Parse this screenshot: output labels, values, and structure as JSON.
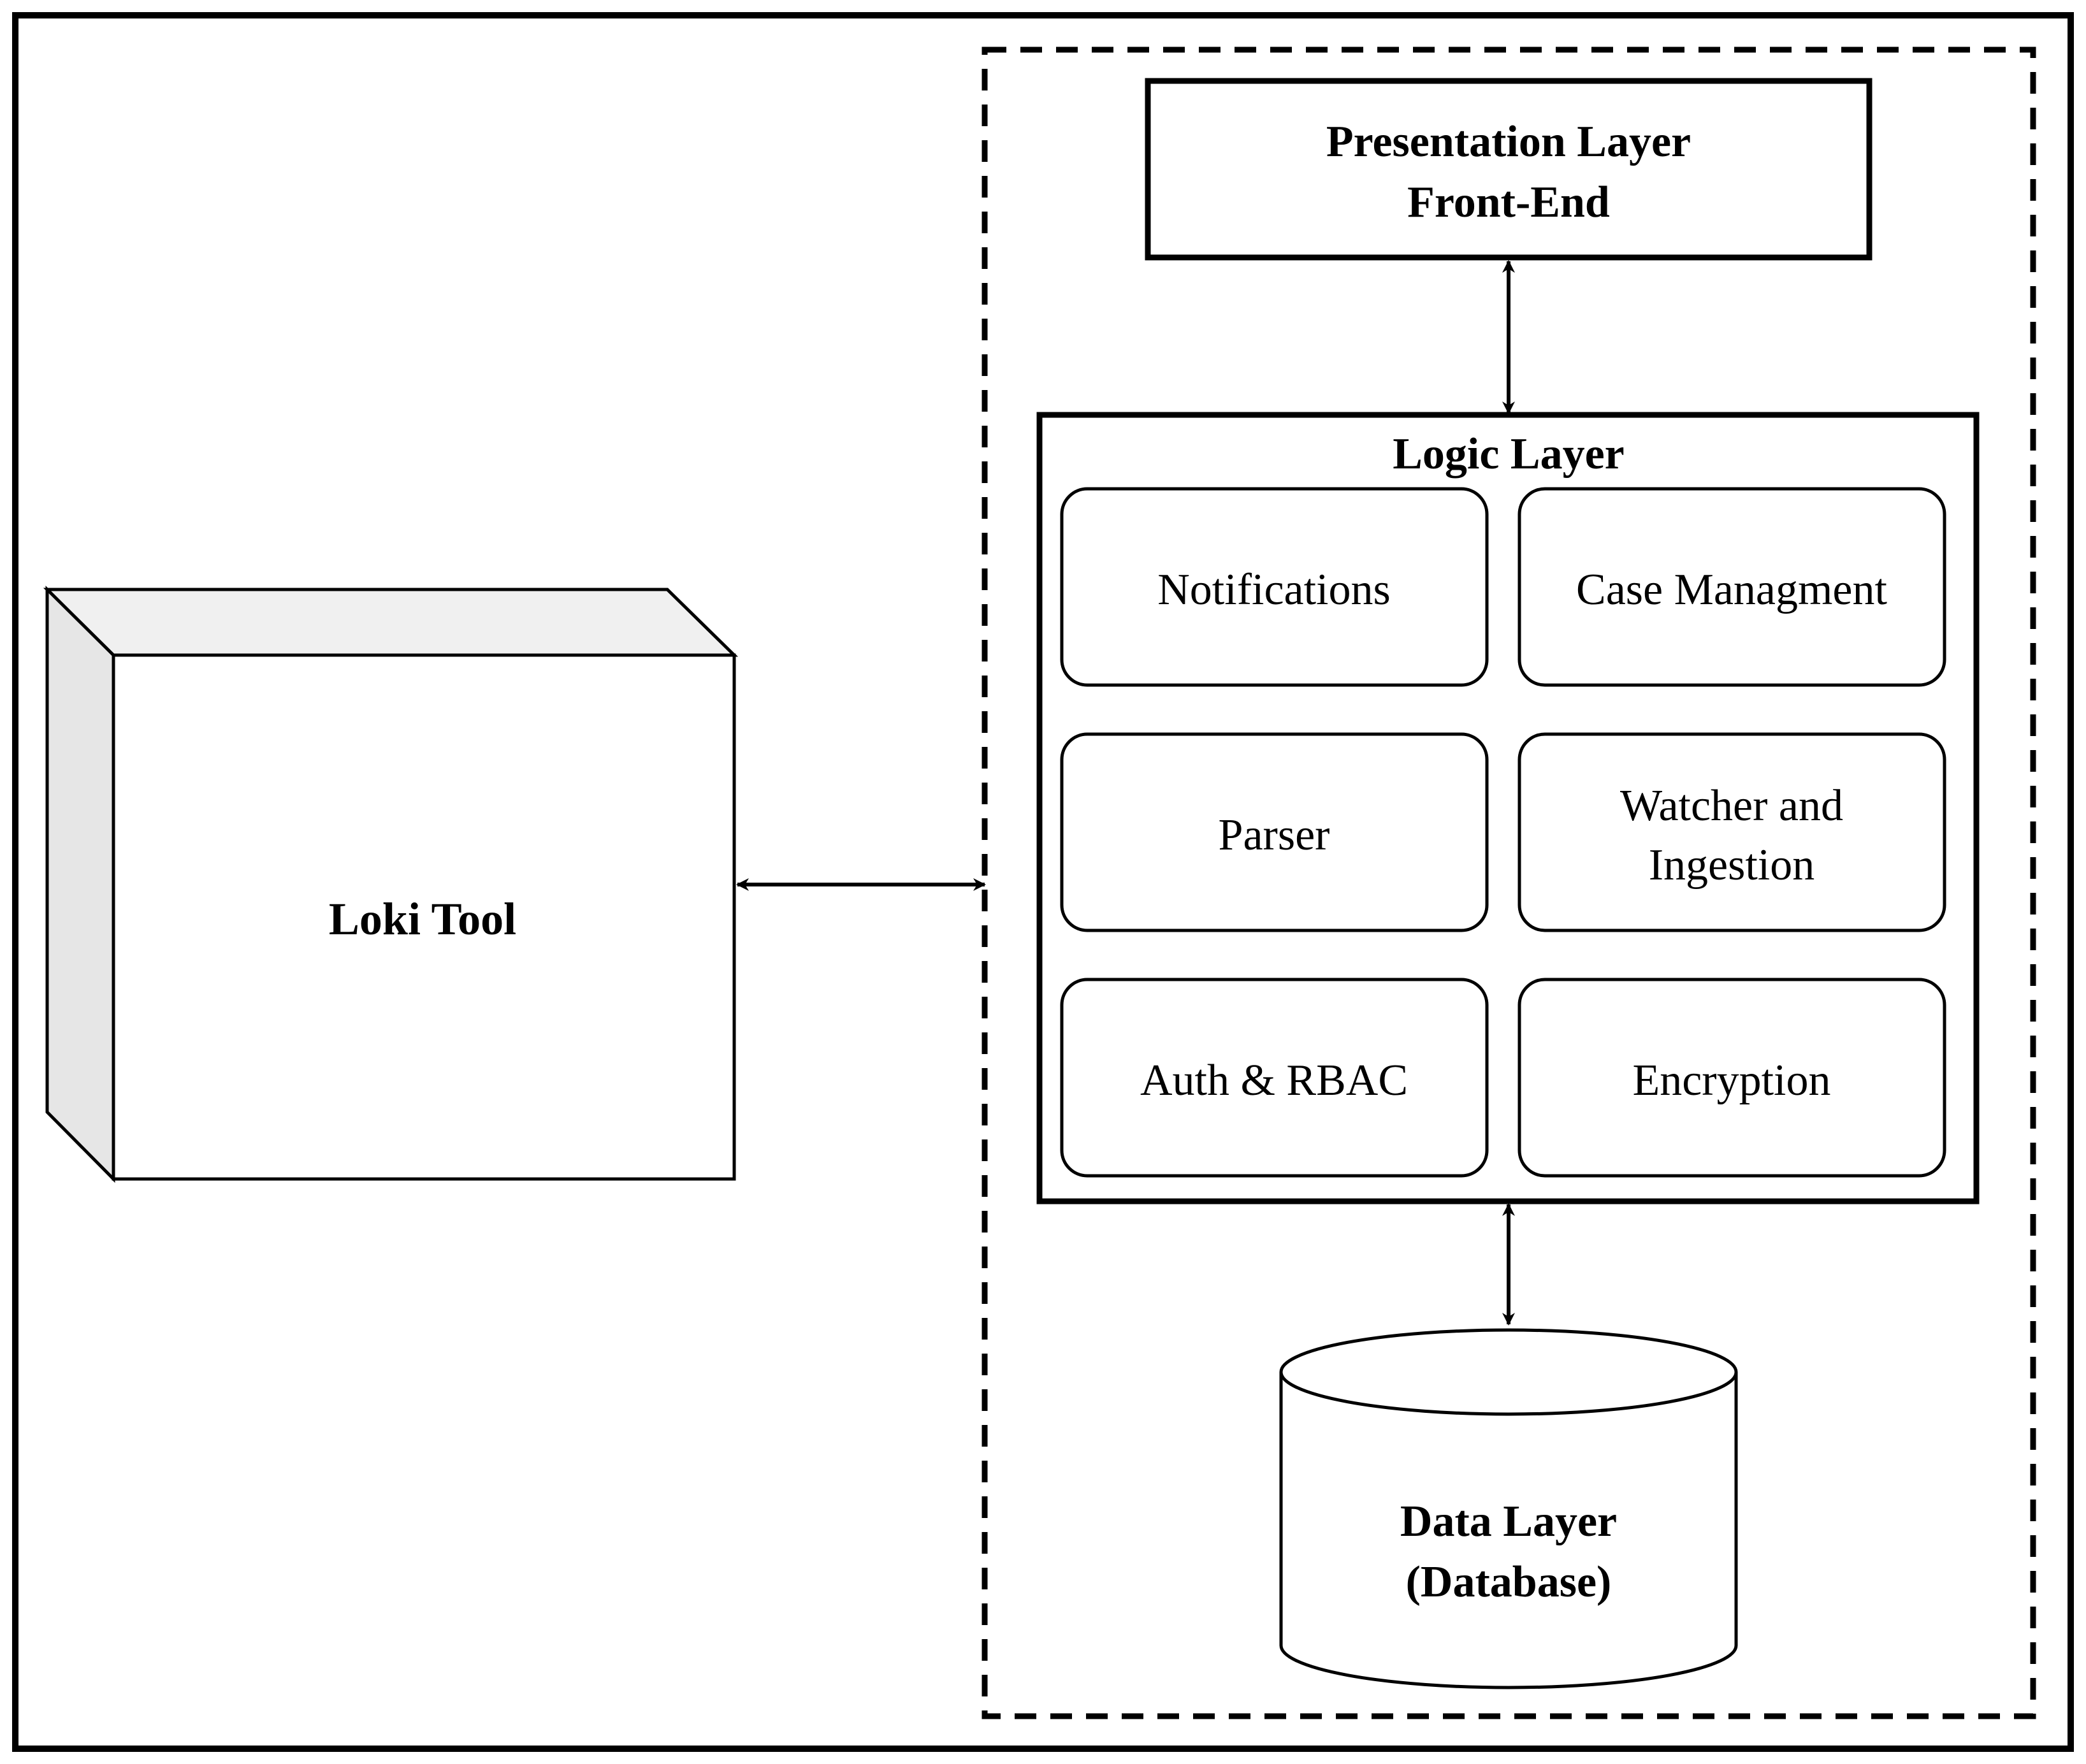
{
  "loki_tool": {
    "label": "Loki Tool"
  },
  "presentation": {
    "line1": "Presentation Layer",
    "line2": "Front-End"
  },
  "logic": {
    "title": "Logic Layer",
    "modules": {
      "notifications": "Notifications",
      "case_management": "Case Managment",
      "parser": "Parser",
      "watcher_line1": "Watcher and",
      "watcher_line2": "Ingestion",
      "auth": "Auth & RBAC",
      "encryption": "Encryption"
    }
  },
  "data_layer": {
    "line1": "Data Layer",
    "line2": "(Database)"
  }
}
